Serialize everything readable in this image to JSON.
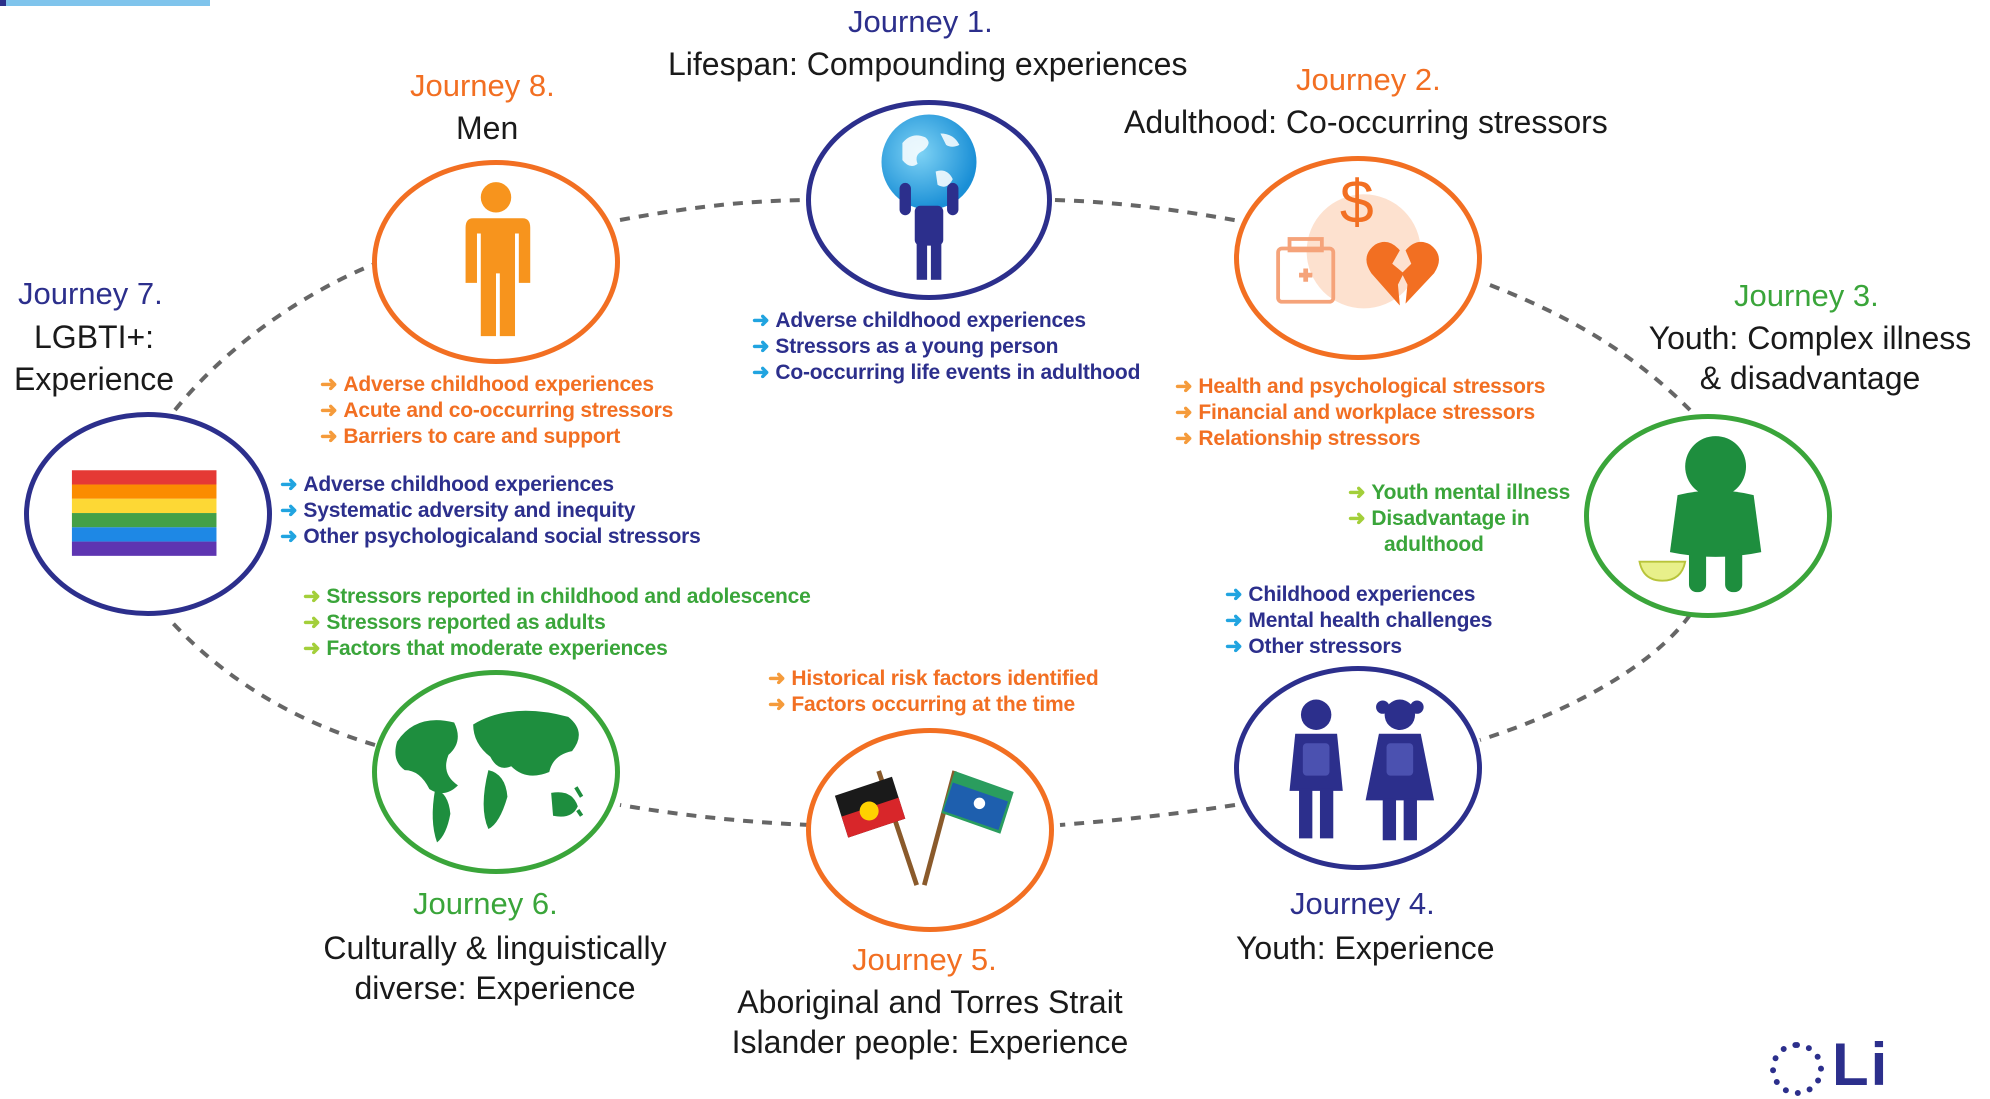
{
  "journeys": [
    {
      "num": "Journey 1.",
      "title": "Lifespan: Compounding experiences",
      "items": [
        "Adverse childhood experiences",
        "Stressors as a young person",
        "Co-occurring life events in adulthood"
      ],
      "icon": "globe-person-icon"
    },
    {
      "num": "Journey 2.",
      "title": "Adulthood: Co-occurring stressors",
      "items": [
        "Health and psychological stressors",
        "Financial and workplace stressors",
        "Relationship stressors"
      ],
      "icon": "money-health-heartbreak-icon"
    },
    {
      "num": "Journey 3.",
      "title_line1": "Youth: Complex illness",
      "title_line2": "& disadvantage",
      "items": [
        "Youth mental illness",
        "Disadvantage in",
        "adulthood"
      ],
      "icon": "sitting-youth-icon"
    },
    {
      "num": "Journey 4.",
      "title": "Youth: Experience",
      "items": [
        "Childhood experiences",
        "Mental health challenges",
        "Other stressors"
      ],
      "icon": "schoolchildren-icon"
    },
    {
      "num": "Journey 5.",
      "title_line1": "Aboriginal and Torres Strait",
      "title_line2": "Islander people: Experience",
      "items": [
        "Historical risk factors identified",
        "Factors occurring at the time"
      ],
      "icon": "crossed-flags-icon"
    },
    {
      "num": "Journey 6.",
      "title_line1": "Culturally & linguistically",
      "title_line2": "diverse: Experience",
      "items": [
        "Stressors reported in childhood and adolescence",
        "Stressors reported as adults",
        "Factors that moderate experiences"
      ],
      "icon": "world-map-icon"
    },
    {
      "num": "Journey 7.",
      "title_line1": "LGBTI+:",
      "title_line2": "Experience",
      "items": [
        "Adverse childhood experiences",
        "Systematic adversity and inequity",
        "Other psychologicaland social stressors"
      ],
      "icon": "rainbow-flag-icon"
    },
    {
      "num": "Journey 8.",
      "title": "Men",
      "items": [
        "Adverse childhood experiences",
        "Acute and co-occurring stressors",
        "Barriers to care and support"
      ],
      "icon": "man-figure-icon"
    }
  ],
  "arrow": "➜",
  "logo_text": "Li",
  "colors": {
    "orange": "#f26f22",
    "navy": "#2c2f8c",
    "green": "#3aa53a",
    "cyan": "#21a4e0",
    "lime": "#a3cf3a"
  }
}
